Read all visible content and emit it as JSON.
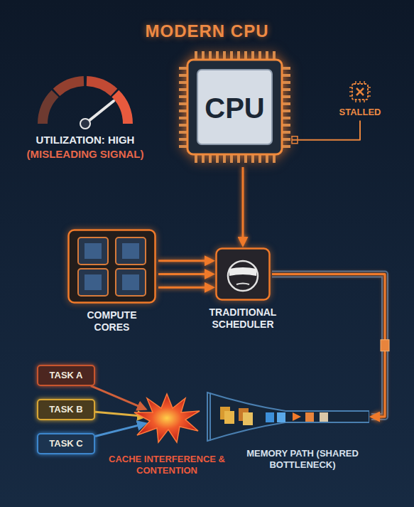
{
  "diagram": {
    "title": "MODERN CPU",
    "nodes": [
      {
        "text": [
          "UTILIZATION: HIGH",
          "(MISLEADING SIGNAL)"
        ]
      },
      {
        "text": [
          "CPU"
        ]
      },
      {
        "text": [
          "STALLED"
        ]
      },
      {
        "text": [
          "COMPUTE CORES"
        ]
      },
      {
        "text": [
          "TRADITIONAL SCHEDULER"
        ]
      },
      {
        "text": [
          "TASK A"
        ]
      },
      {
        "text": [
          "TASK B"
        ]
      },
      {
        "text": [
          "TASK C"
        ]
      },
      {
        "text": [
          "CACHE INTERFERENCE & CONTENTION"
        ]
      },
      {
        "text": [
          "MEMORY PATH (SHARED BOTTLENECK)"
        ]
      }
    ],
    "edges": [
      {
        "from": 1,
        "to": 4,
        "arrow": "to"
      },
      {
        "from": 3,
        "to": 4,
        "arrow": "to"
      },
      {
        "from": 3,
        "to": 4,
        "arrow": "to"
      },
      {
        "from": 3,
        "to": 4,
        "arrow": "to"
      },
      {
        "from": 1,
        "to": 2,
        "arrow": "none"
      },
      {
        "from": 4,
        "to": 9,
        "arrow": "to"
      },
      {
        "from": 5,
        "to": 8,
        "arrow": "to"
      },
      {
        "from": 6,
        "to": 8,
        "arrow": "to"
      },
      {
        "from": 7,
        "to": 8,
        "arrow": "to"
      }
    ]
  }
}
